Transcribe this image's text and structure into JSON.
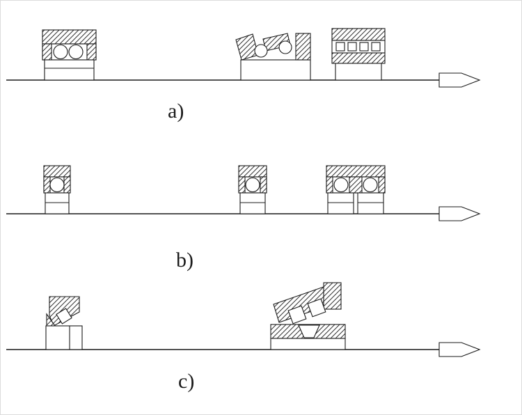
{
  "diagram": {
    "title": "shaft-bearing-arrangement-diagram",
    "colors": {
      "stroke": "#1a1a1a",
      "hatch": "#333333",
      "background": "#ffffff",
      "border": "#dcdcdc"
    },
    "rows": [
      {
        "label": "a)",
        "bearings": [
          "double-row-ball-bearing",
          "angular-contact-ball-bearing-pair",
          "cylindrical-roller-bearing"
        ]
      },
      {
        "label": "b)",
        "bearings": [
          "deep-groove-ball-bearing",
          "deep-groove-ball-bearing",
          "paired-deep-groove-ball-bearings"
        ]
      },
      {
        "label": "c)",
        "bearings": [
          "tapered-roller-bearing",
          "large-tapered-roller-bearing"
        ]
      }
    ]
  }
}
